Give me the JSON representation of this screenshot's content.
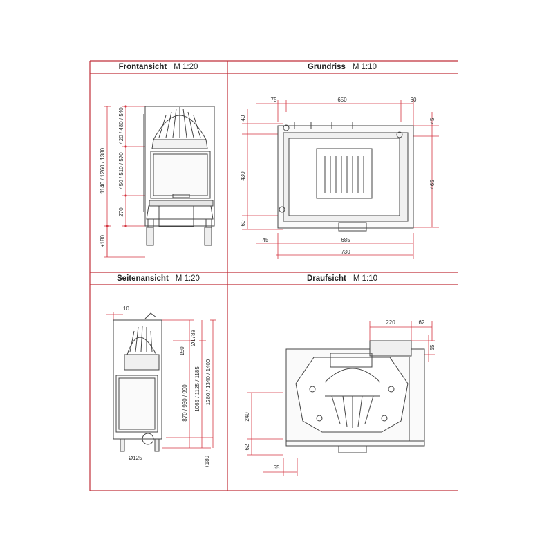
{
  "panels": {
    "front": {
      "title": "Frontansicht",
      "scale": "M 1:20",
      "dims": {
        "h_top": "420 / 480 / 540",
        "h_mid": "450 / 510 / 570",
        "h_bottom": "270",
        "h_total": "1140 / 1260 / 1380",
        "h_foot": "+180"
      }
    },
    "plan": {
      "title": "Grundriss",
      "scale": "M 1:10",
      "dims": {
        "top_left": "75",
        "top_mid": "650",
        "top_right": "60",
        "left_top": "40",
        "left_mid": "430",
        "left_bottom": "60",
        "right_top": "45",
        "right_mid": "465",
        "bottom_left": "45",
        "bottom_mid": "685",
        "bottom_total": "730"
      }
    },
    "side": {
      "title": "Seitenansicht",
      "scale": "M 1:20",
      "dims": {
        "top": "10",
        "diam_flue": "Ø178a",
        "d150": "150",
        "h_a": "870 / 930 / 990",
        "h_b": "1065 / 1125 / 1185",
        "h_c": "1280 / 1340 / 1400",
        "h_foot": "+180",
        "diam_air": "Ø125"
      }
    },
    "top": {
      "title": "Draufsicht",
      "scale": "M 1:10",
      "dims": {
        "top_a": "220",
        "top_b": "62",
        "right_a": "55",
        "left_a": "240",
        "left_b": "62",
        "bottom": "55"
      }
    }
  },
  "colors": {
    "frame": "#c0303a",
    "dim": "#d43540",
    "drawing": "#444444"
  }
}
